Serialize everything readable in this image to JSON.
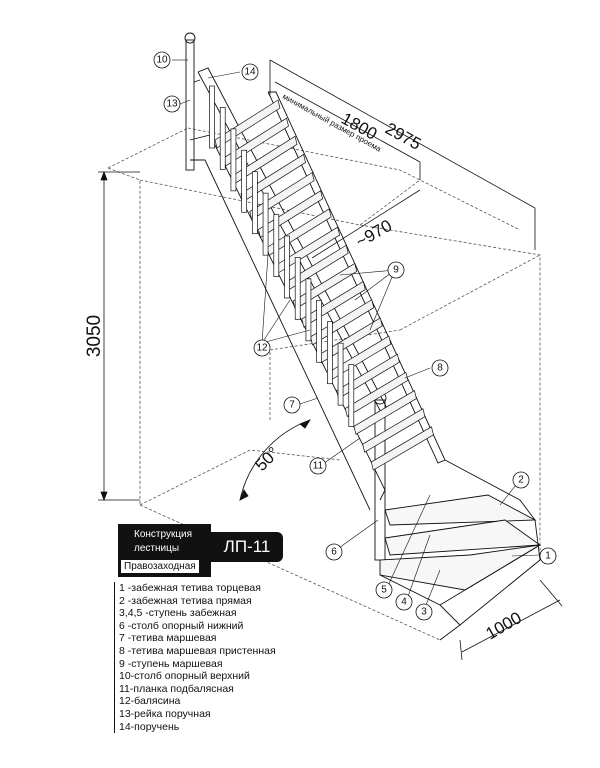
{
  "dimensions": {
    "width": "1800",
    "length": "2975",
    "opening_note": "минимальный размер проема",
    "step_width": "~970",
    "height": "3050",
    "angle": "50°",
    "landing": "1000"
  },
  "callouts": [
    "10",
    "14",
    "13",
    "9",
    "12",
    "8",
    "7",
    "11",
    "2",
    "6",
    "1",
    "5",
    "4",
    "3"
  ],
  "title": {
    "line1": "Конструкция",
    "line2": "лестницы",
    "line3": "Правозаходная",
    "model": "ЛП-11"
  },
  "legend": [
    "1  -забежная тетива торцевая",
    "2  -забежная тетива прямая",
    "3,4,5  -ступень забежная",
    "6  -столб опорный нижний",
    "7  -тетива маршевая",
    "8  -тетива маршевая пристенная",
    "9  -ступень маршевая",
    "10-столб опорный верхний",
    "11-планка подбалясная",
    "12-балясина",
    "13-рейка поручная",
    "14-поручень"
  ]
}
